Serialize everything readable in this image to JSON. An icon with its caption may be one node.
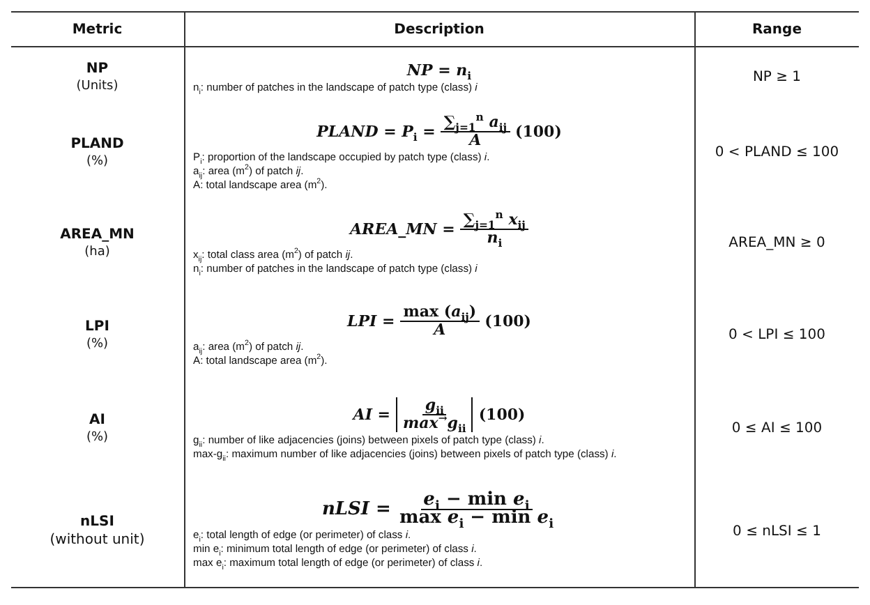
{
  "diagram": {
    "labels": [
      "Metric",
      "Description",
      "Range",
      "NP",
      "(Units)",
      "*NP* = *n*$_{i}$",
      "n$_{i}$: number of patches in the landscape of patch type (class) *i*",
      "NP ≥ 1",
      "PLAND",
      "(%)",
      "*PLAND* = *P*$_{i}$ =",
      "∑$_{j=1}$$^{n}$ *a*$_{ij}$",
      "*A*",
      "(100)",
      "P$_{i}$: proportion of the landscape occupied by patch type (class) *i*.",
      "a$_{ij}$: area (m$^{2}$) of patch *ij*.",
      "A: total landscape area (m$^{2}$).",
      "0 < PLAND ≤ 100",
      "AREA_MN",
      "(ha)",
      "*AREA_MN* =",
      "∑$_{j=1}$$^{n}$ *x*$_{ij}$",
      "*n*$_{i}$",
      "x$_{ij}$: total class area (m$^{2}$) of patch *ij*.",
      "n$_{i}$: number of patches in the landscape of patch type (class) *i*",
      "AREA_MN ≥ 0",
      "LPI",
      "(%)",
      "*LPI* =",
      "max (*a*$_{ij}$)",
      "*A*",
      "(100)",
      "a$_{ij}$: area (m$^{2}$) of patch *ij*.",
      "A: total landscape area (m$^{2}$).",
      "0 < LPI ≤ 100",
      "AI",
      "(%)",
      "*AI* =",
      "*g*$_{ii}$",
      "*max*$^{→}$*g*$_{ii}$",
      "(100)",
      "g$_{ii}$: number of like adjacencies (joins) between pixels of patch type (class) *i*.",
      "max-g$_{ii}$: maximum number of like adjacencies (joins) between pixels of patch type (class) *i*.",
      "0 ≤ AI ≤ 100",
      "nLSI",
      "(without unit)",
      "*nLSI* =",
      "*e*$_{i}$ − min *e*$_{i}$",
      "max *e*$_{i}$ − min *e*$_{i}$",
      "e$_{i}$: total length of edge (or perimeter) of class *i*.",
      "min e$_{i}$: minimum total length of edge (or perimeter) of class *i*.",
      "max e$_{i}$: maximum total length of edge (or perimeter) of class *i*.",
      "0 ≤ nLSI ≤ 1"
    ]
  }
}
